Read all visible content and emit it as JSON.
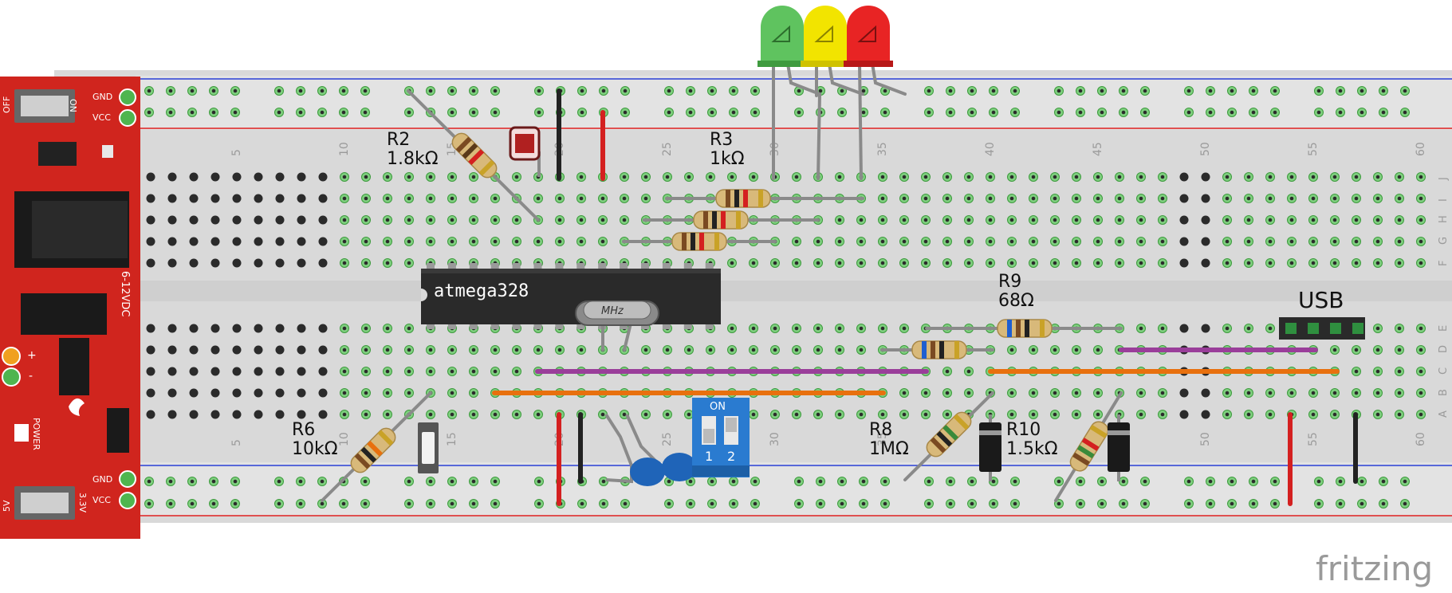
{
  "supply": {
    "off_label": "OFF",
    "on_label": "ON",
    "gnd_label": "GND",
    "vcc_label": "VCC",
    "vin_label": "6-12VDC",
    "plus_label": "+",
    "minus_label": "-",
    "power_label": "POWER",
    "five_v_label": "5V",
    "three_v_label": "3.3V",
    "pcb_color": "#d0251e"
  },
  "breadboard": {
    "column_numbers": [
      "5",
      "10",
      "15",
      "20",
      "25",
      "30",
      "35",
      "40",
      "45",
      "50",
      "55",
      "60"
    ],
    "top_rows": [
      "J",
      "I",
      "H",
      "G",
      "F"
    ],
    "bottom_rows": [
      "E",
      "D",
      "C",
      "B",
      "A"
    ],
    "rail_blue": "#2a3fd6",
    "rail_red": "#e02020"
  },
  "chip": {
    "label": "atmega328"
  },
  "crystal": {
    "label": "MHz"
  },
  "dip_switch": {
    "on_label": "ON",
    "pos1": "1",
    "pos2": "2"
  },
  "header": {
    "label": "USB"
  },
  "leds": [
    "green",
    "yellow",
    "red"
  ],
  "resistors": [
    {
      "name": "R2",
      "value": "1.8kΩ"
    },
    {
      "name": "R3",
      "value": "1kΩ"
    },
    {
      "name": "R9",
      "value": "68Ω"
    },
    {
      "name": "R6",
      "value": "10kΩ"
    },
    {
      "name": "R8",
      "value": "1MΩ"
    },
    {
      "name": "R10",
      "value": "1.5kΩ"
    }
  ],
  "watermark": "fritzing"
}
